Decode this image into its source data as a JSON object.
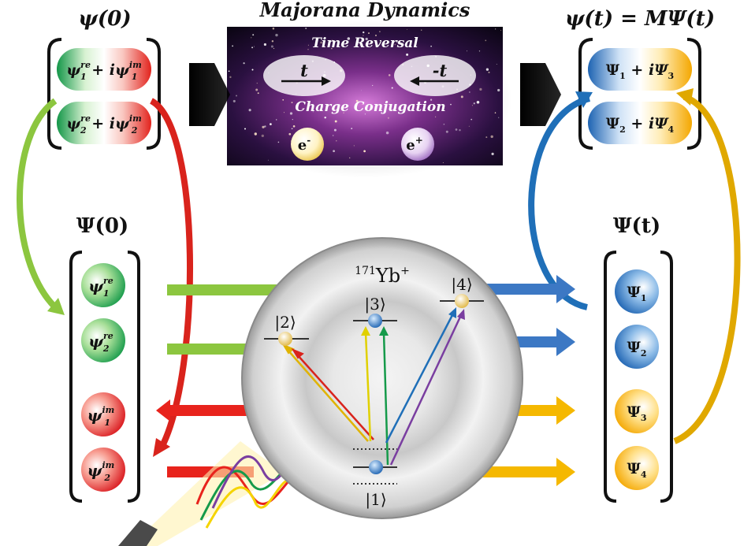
{
  "header": {
    "title": "Majorana Dynamics",
    "time_reversal": "Time Reversal",
    "t_forward": "t",
    "t_backward": "-t",
    "charge_conjugation": "Charge Conjugation",
    "electron": "e",
    "electron_sup": "-",
    "positron": "e",
    "positron_sup": "+"
  },
  "psi0": {
    "label": "ψ(0)",
    "row1": {
      "a": "ψ",
      "a_sup": "re",
      "a_sub": "1",
      "op": " + ",
      "b": "iψ",
      "b_sup": "im",
      "b_sub": "1"
    },
    "row2": {
      "a": "ψ",
      "a_sup": "re",
      "a_sub": "2",
      "op": " + ",
      "b": "iψ",
      "b_sup": "im",
      "b_sub": "2"
    }
  },
  "psit": {
    "label": "ψ(t) = MΨ(t)",
    "row1": {
      "a": "Ψ",
      "a_sub": "1",
      "op": " + ",
      "b": "iΨ",
      "b_sub": "3"
    },
    "row2": {
      "a": "Ψ",
      "a_sub": "2",
      "op": " + ",
      "b": "iΨ",
      "b_sub": "4"
    }
  },
  "Psi0": {
    "label": "Ψ(0)",
    "items": [
      {
        "sym": "ψ",
        "sup": "re",
        "sub": "1"
      },
      {
        "sym": "ψ",
        "sup": "re",
        "sub": "2"
      },
      {
        "sym": "ψ",
        "sup": "im",
        "sub": "1"
      },
      {
        "sym": "ψ",
        "sup": "im",
        "sub": "2"
      }
    ]
  },
  "Psit": {
    "label": "Ψ(t)",
    "items": [
      {
        "sym": "Ψ",
        "sub": "1"
      },
      {
        "sym": "Ψ",
        "sub": "2"
      },
      {
        "sym": "Ψ",
        "sub": "3"
      },
      {
        "sym": "Ψ",
        "sub": "4"
      }
    ]
  },
  "ion": {
    "mass": "171",
    "element": "Yb",
    "charge": "+",
    "levels": [
      "|1⟩",
      "|2⟩",
      "|3⟩",
      "|4⟩"
    ]
  },
  "colors": {
    "green": "#7cc242",
    "red": "#e8231c",
    "blue": "#2f78c4",
    "yellow": "#f5b800",
    "purple": "#7a3ea0"
  }
}
